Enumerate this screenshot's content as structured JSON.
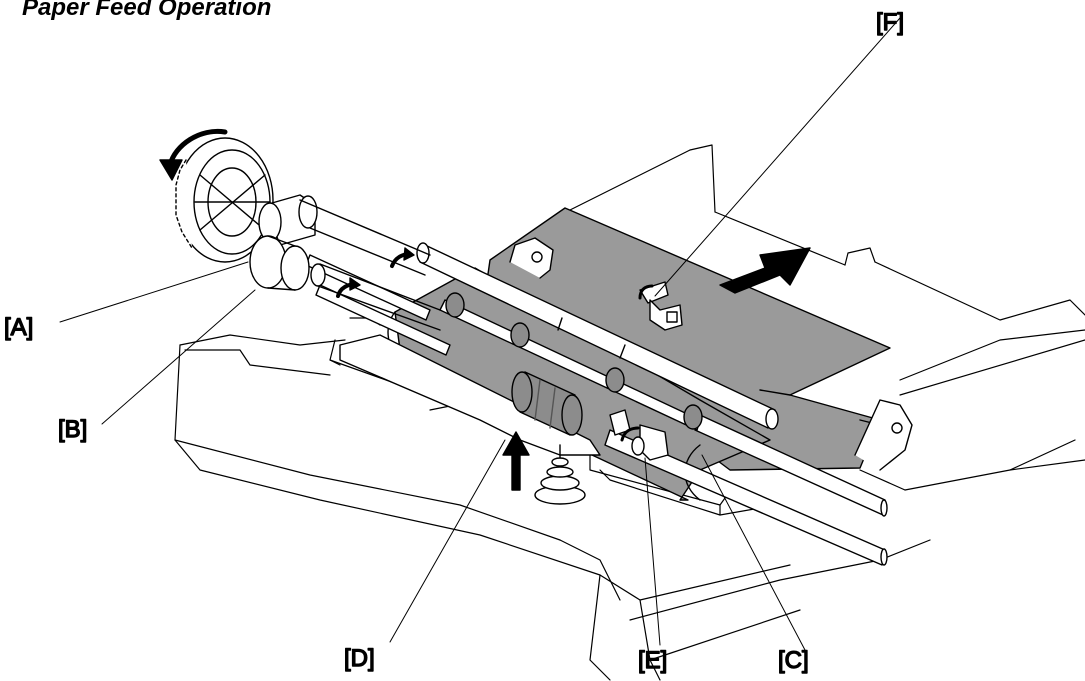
{
  "title": "Paper Feed Operation",
  "labels": {
    "A": "[A]",
    "B": "[B]",
    "C": "[C]",
    "D": "[D]",
    "E": "[E]",
    "F": "[F]"
  },
  "colors": {
    "paper": "#9a9a9a",
    "roller": "#8c8c8c",
    "line": "#000000"
  }
}
